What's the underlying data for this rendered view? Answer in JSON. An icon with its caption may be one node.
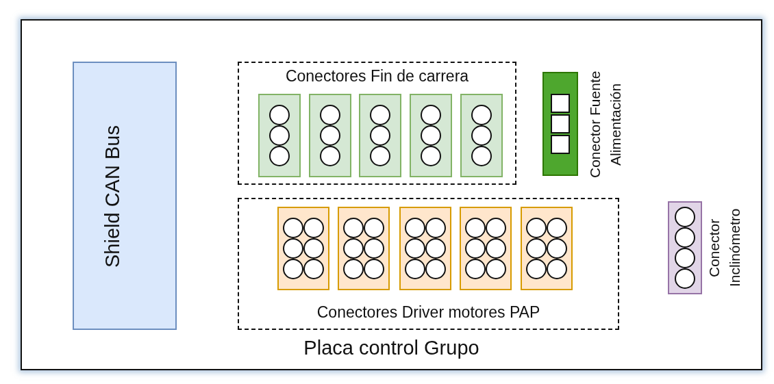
{
  "diagram": {
    "nodes": [
      {
        "text": [
          "Placa control Grupo"
        ]
      },
      {
        "text": [
          "Shield CAN Bus"
        ],
        "in": 0
      },
      {
        "text": [
          "Conectores Fin de carrera"
        ],
        "in": 0
      },
      {
        "text": [],
        "shape": "box",
        "in": 2
      },
      {
        "text": [],
        "shape": "box",
        "in": 2
      },
      {
        "text": [],
        "shape": "box",
        "in": 2
      },
      {
        "text": [],
        "shape": "box",
        "in": 2
      },
      {
        "text": [],
        "shape": "box",
        "in": 2
      },
      {
        "text": [],
        "shape": "box",
        "beside": [
          "Conector Fuente Alimentación"
        ],
        "in": 0
      },
      {
        "text": [
          "Conectores Driver motores PAP"
        ],
        "in": 0
      },
      {
        "text": [],
        "shape": "box",
        "in": 9
      },
      {
        "text": [],
        "shape": "box",
        "in": 9
      },
      {
        "text": [],
        "shape": "box",
        "in": 9
      },
      {
        "text": [],
        "shape": "box",
        "in": 9
      },
      {
        "text": [],
        "shape": "box",
        "in": 9
      },
      {
        "text": [],
        "shape": "box",
        "beside": [
          "Conector Inclinómetro"
        ],
        "in": 0
      }
    ]
  }
}
